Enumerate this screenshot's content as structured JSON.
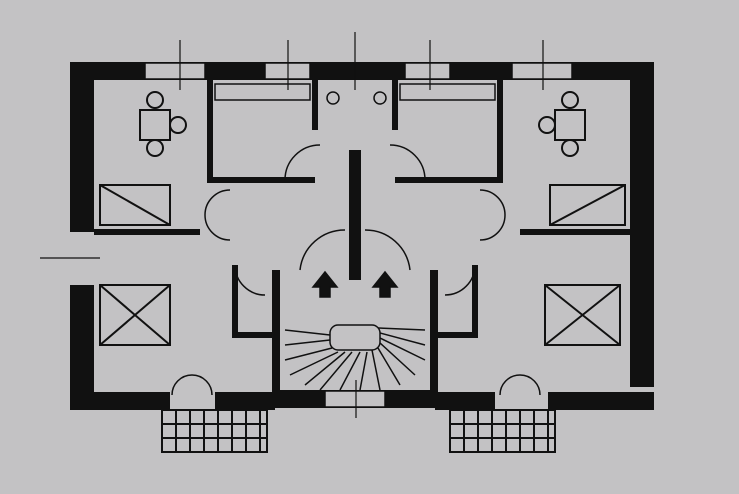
{
  "diagram": {
    "kind": "floor-plan",
    "background_color": "#c3c2c4",
    "ink_color": "#111111",
    "units": [
      {
        "side": "left",
        "rooms": [
          "living-dining",
          "bedroom",
          "kitchen",
          "bath",
          "hall"
        ],
        "balcony": true
      },
      {
        "side": "right",
        "rooms": [
          "living-dining",
          "bedroom",
          "kitchen",
          "bath",
          "hall"
        ],
        "balcony": true
      }
    ],
    "stair": {
      "type": "spiral",
      "arrows": [
        "up",
        "up"
      ]
    }
  }
}
